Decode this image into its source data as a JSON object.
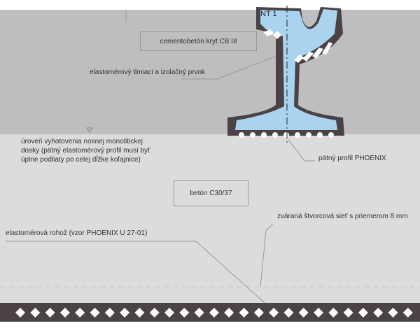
{
  "labels": {
    "rail": "NT 1",
    "concrete_cover": "cementobetón kryt CB III",
    "elastomer_damper": "elastomérový tlmiaci a izolačný prvok",
    "slab_level": "úroveň vyhotovenia nosnej monolitickej dosky (pätný elastomérový profil musí byť úplne podliaty po celej dĺžke koľajnice)",
    "slab_level_lines": [
      "úroveň vyhotovenia nosnej monolitickej",
      "dosky (pätný elastomérový profil musí byť",
      "úplne podliaty po celej dĺžke koľajnice)"
    ],
    "foot_profile": "pätný profil PHOENIX",
    "concrete": "betón C30/37",
    "mesh": "zváraná štvorcová sieť s priemerom 8 mm",
    "mat": "elastomérová rohož (vzor PHOENIX U 27-01)"
  },
  "colors": {
    "top_layer": "#bebec0",
    "concrete": "#dcdcde",
    "dark": "#4a4244",
    "rail_fill": "#a9d3ef"
  }
}
